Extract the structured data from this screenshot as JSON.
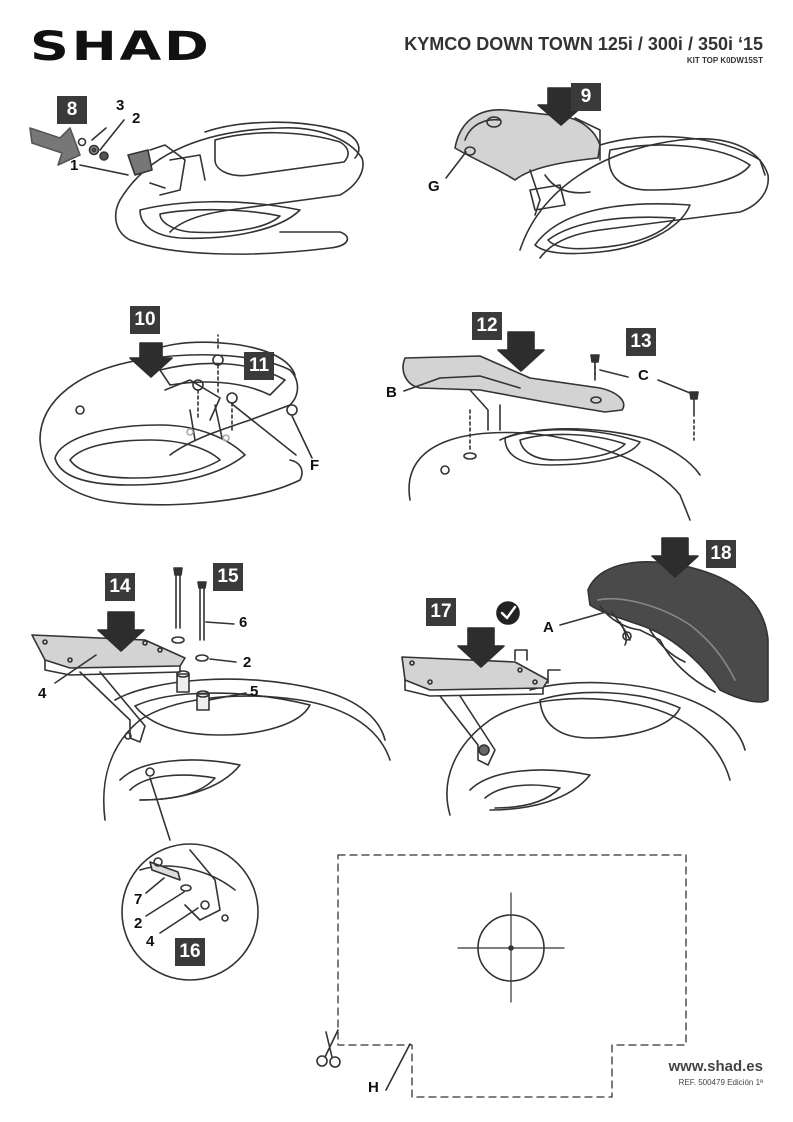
{
  "header": {
    "logo": "SHAD",
    "model_title": "KYMCO DOWN TOWN 125i / 300i / 350i ‘15",
    "kit_code": "KIT TOP K0DW15ST"
  },
  "footer": {
    "website": "www.shad.es",
    "reference": "REF. 500479 Edición 1ª"
  },
  "steps": {
    "s8": "8",
    "s9": "9",
    "s10": "10",
    "s11": "11",
    "s12": "12",
    "s13": "13",
    "s14": "14",
    "s15": "15",
    "s16": "16",
    "s17": "17",
    "s18": "18"
  },
  "parts": {
    "p1": "1",
    "p2a": "2",
    "p3": "3",
    "p2b": "2",
    "p2c": "2",
    "p4a": "4",
    "p4b": "4",
    "p5": "5",
    "p6": "6",
    "p7": "7",
    "pA": "A",
    "pB": "B",
    "pC": "C",
    "pF": "F",
    "pG": "G",
    "pH": "H"
  },
  "colors": {
    "step_bg": "#3a3a3a",
    "line": "#333333",
    "fill_light": "#d9d9d9",
    "seat": "#4a4a4a"
  }
}
